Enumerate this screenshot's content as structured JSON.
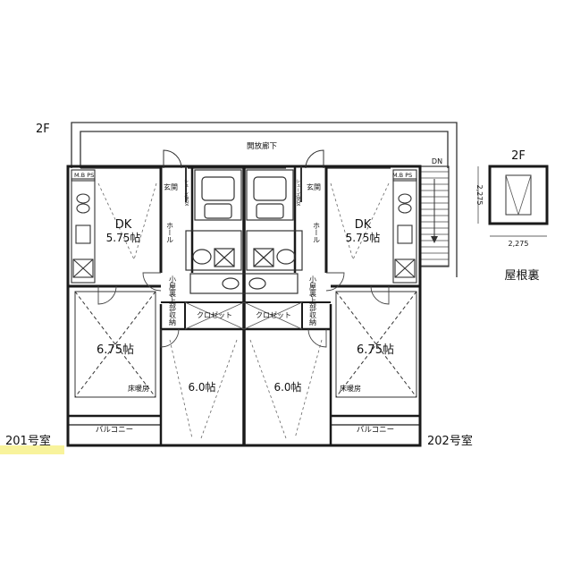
{
  "floor_label": "2F",
  "corridor_label": "開放廊下",
  "stair_label": "DN",
  "units": {
    "left": {
      "room_number": "201号室",
      "meter_box": "M.B PS",
      "dk_label": "DK",
      "dk_size": "5.75帖",
      "entrance": "玄関",
      "shoes_box": "シューズBOX",
      "hall": "ホール",
      "attic_storage": "小屋裏上部収納",
      "closet": "クロゼット",
      "western_room_size": "6.75帖",
      "floor_heating": "床暖房",
      "bedroom_size": "6.0帖",
      "balcony": "バルコニー"
    },
    "right": {
      "room_number": "202号室",
      "meter_box": "M.B PS",
      "dk_label": "DK",
      "dk_size": "5.75帖",
      "entrance": "玄関",
      "shoes_box": "シューズBOX",
      "hall": "ホール",
      "attic_storage": "小屋裏上部収納",
      "closet": "クロゼット",
      "western_room_size": "6.75帖",
      "floor_heating": "床暖房",
      "bedroom_size": "6.0帖",
      "balcony": "バルコニー"
    }
  },
  "attic": {
    "floor_label": "2F",
    "width_dim": "2,275",
    "height_dim": "2,275",
    "label": "屋根裏"
  },
  "colors": {
    "wall": "#1a1a1a",
    "line": "#333333",
    "highlight": "#f2e94a"
  }
}
